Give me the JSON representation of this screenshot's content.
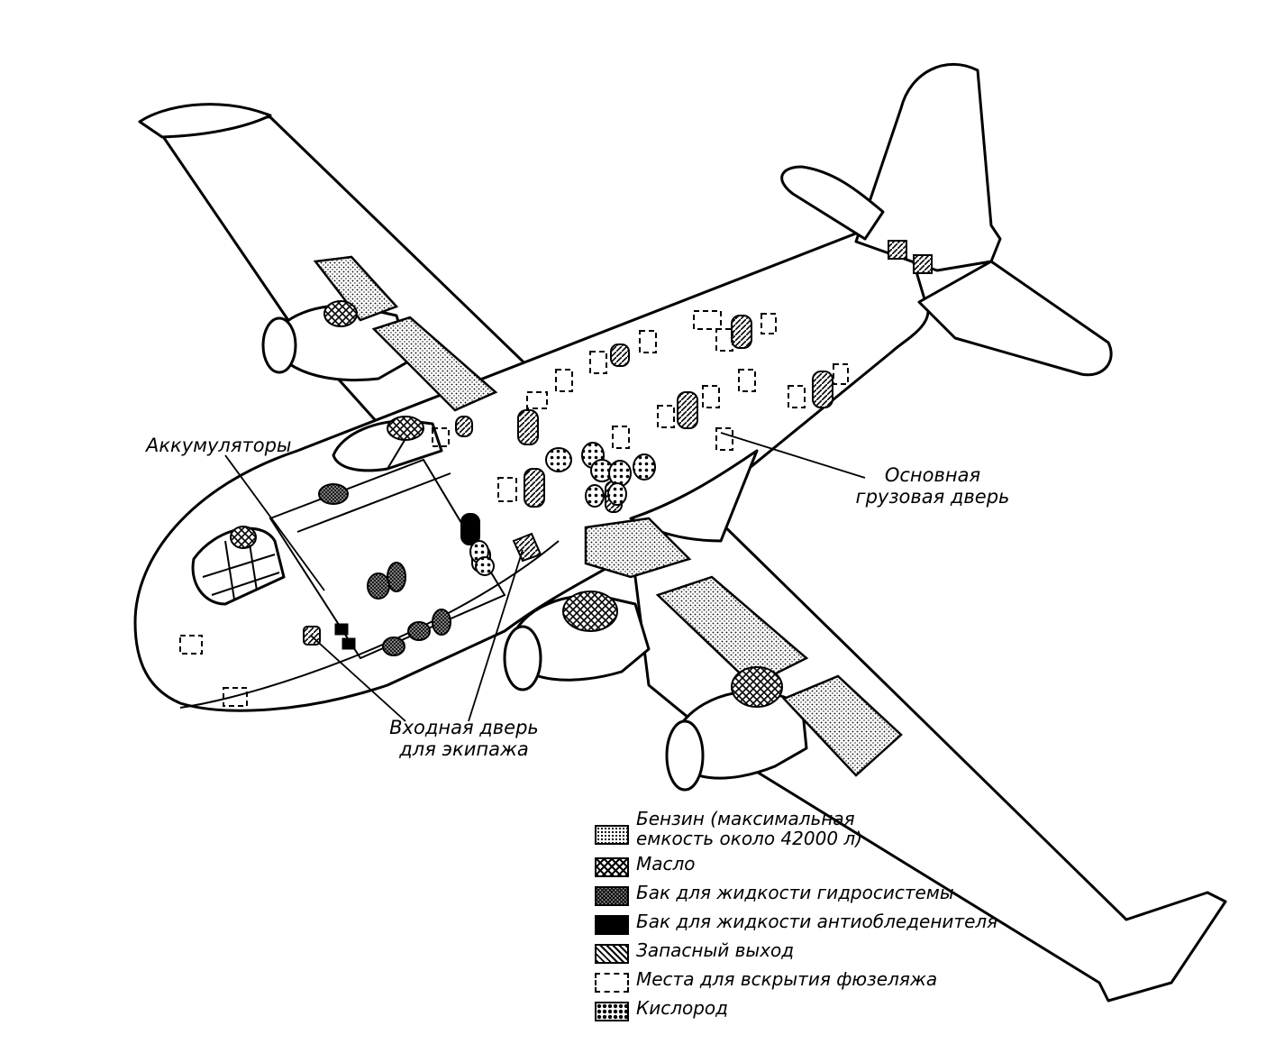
{
  "labels": {
    "batteries": "Аккумуляторы",
    "main_cargo_door_line1": "Основная",
    "main_cargo_door_line2": "грузовая дверь",
    "crew_door_line1": "Входная дверь",
    "crew_door_line2": "для экипажа"
  },
  "legend": [
    {
      "key": "fuel",
      "line1": "Бензин (максимальная",
      "line2": "емкость около 42000 л)"
    },
    {
      "key": "oil",
      "line1": "Масло"
    },
    {
      "key": "hydraulic",
      "line1": "Бак для жидкости гидросистемы"
    },
    {
      "key": "anti_icing",
      "line1": "Бак для жидкости антиобледенителя"
    },
    {
      "key": "emergency_exit",
      "line1": "Запасный выход"
    },
    {
      "key": "access_panel",
      "line1": "Места для вскрытия фюзеляжа"
    },
    {
      "key": "oxygen",
      "line1": "Кислород"
    }
  ]
}
